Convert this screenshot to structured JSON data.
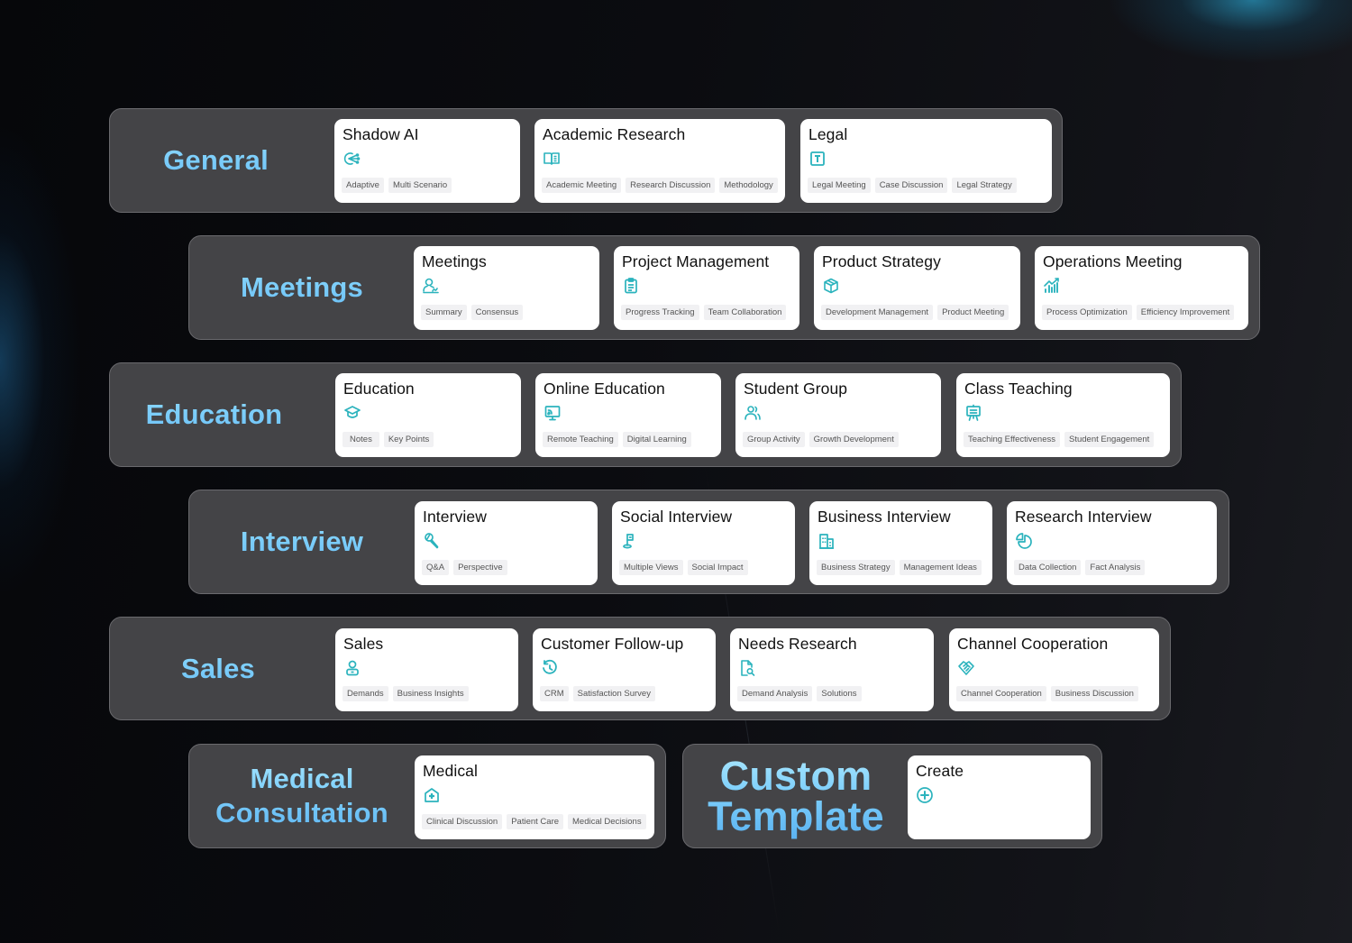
{
  "colors": {
    "background": "#08090c",
    "panel": "#444447",
    "panel_border": "#6a6a6e",
    "title_gradient_top": "#b4ecff",
    "title_gradient_bottom": "#55aef0",
    "icon_accent": "#2bb3bd",
    "card": "#ffffff",
    "tag_bg": "#f1f1f3",
    "tag_text": "#555555"
  },
  "categories": [
    {
      "title": "General",
      "templates": [
        {
          "title": "Shadow AI",
          "icon": "ai-network-icon",
          "tags": [
            "Adaptive",
            "Multi Scenario"
          ]
        },
        {
          "title": "Academic Research",
          "icon": "open-book-icon",
          "tags": [
            "Academic Meeting",
            "Research Discussion",
            "Methodology"
          ]
        },
        {
          "title": "Legal",
          "icon": "legal-text-icon",
          "tags": [
            "Legal Meeting",
            "Case Discussion",
            "Legal Strategy"
          ]
        }
      ]
    },
    {
      "title": "Meetings",
      "templates": [
        {
          "title": "Meetings",
          "icon": "person-signature-icon",
          "tags": [
            "Summary",
            "Consensus"
          ]
        },
        {
          "title": "Project Management",
          "icon": "clipboard-icon",
          "tags": [
            "Progress Tracking",
            "Team Collaboration"
          ]
        },
        {
          "title": "Product Strategy",
          "icon": "cube-icon",
          "tags": [
            "Development Management",
            "Product Meeting"
          ]
        },
        {
          "title": "Operations Meeting",
          "icon": "trend-chart-icon",
          "tags": [
            "Process Optimization",
            "Efficiency Improvement"
          ]
        }
      ]
    },
    {
      "title": "Education",
      "templates": [
        {
          "title": "Education",
          "icon": "graduation-cap-icon",
          "tags": [
            "Notes",
            "Key Points"
          ]
        },
        {
          "title": "Online Education",
          "icon": "cast-screen-icon",
          "tags": [
            "Remote Teaching",
            "Digital Learning"
          ]
        },
        {
          "title": "Student Group",
          "icon": "users-icon",
          "tags": [
            "Group Activity",
            "Growth Development"
          ]
        },
        {
          "title": "Class Teaching",
          "icon": "presentation-board-icon",
          "tags": [
            "Teaching Effectiveness",
            "Student Engagement"
          ]
        }
      ]
    },
    {
      "title": "Interview",
      "templates": [
        {
          "title": "Interview",
          "icon": "microphone-icon",
          "tags": [
            "Q&A",
            "Perspective"
          ]
        },
        {
          "title": "Social Interview",
          "icon": "flag-icon",
          "tags": [
            "Multiple Views",
            "Social Impact"
          ]
        },
        {
          "title": "Business Interview",
          "icon": "building-icon",
          "tags": [
            "Business Strategy",
            "Management Ideas"
          ]
        },
        {
          "title": "Research Interview",
          "icon": "pie-chart-icon",
          "tags": [
            "Data Collection",
            "Fact Analysis"
          ]
        }
      ]
    },
    {
      "title": "Sales",
      "templates": [
        {
          "title": "Sales",
          "icon": "salesperson-icon",
          "tags": [
            "Demands",
            "Business Insights"
          ]
        },
        {
          "title": "Customer Follow-up",
          "icon": "refresh-history-icon",
          "tags": [
            "CRM",
            "Satisfaction Survey"
          ]
        },
        {
          "title": "Needs Research",
          "icon": "document-search-icon",
          "tags": [
            "Demand Analysis",
            "Solutions"
          ]
        },
        {
          "title": "Channel Cooperation",
          "icon": "handshake-icon",
          "tags": [
            "Channel Cooperation",
            "Business Discussion"
          ]
        }
      ]
    },
    {
      "title": "Medical Consultation",
      "title_lines": [
        "Medical",
        "Consultation"
      ],
      "templates": [
        {
          "title": "Medical",
          "icon": "hospital-icon",
          "tags": [
            "Clinical Discussion",
            "Patient Care",
            "Medical Decisions"
          ]
        }
      ]
    },
    {
      "title": "Custom Template",
      "title_lines": [
        "Custom",
        "Template"
      ],
      "templates": [
        {
          "title": "Create",
          "icon": "plus-circle-icon",
          "tags": []
        }
      ]
    }
  ]
}
